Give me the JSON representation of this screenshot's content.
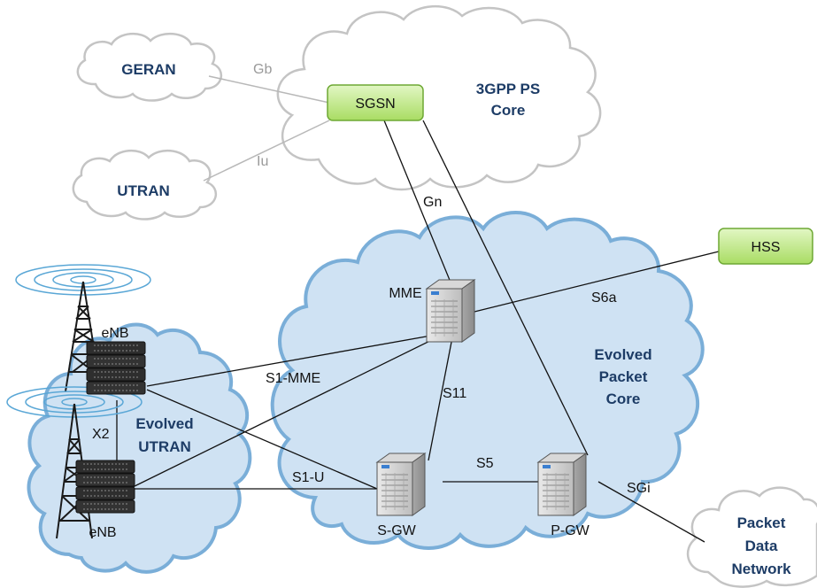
{
  "clouds": {
    "geran": "GERAN",
    "utran": "UTRAN",
    "ps_core_line1": "3GPP PS",
    "ps_core_line2": "Core",
    "epc_line1": "Evolved",
    "epc_line2": "Packet",
    "epc_line3": "Core",
    "eutran_line1": "Evolved",
    "eutran_line2": "UTRAN",
    "pdn_line1": "Packet",
    "pdn_line2": "Data",
    "pdn_line3": "Network"
  },
  "nodes": {
    "sgsn": "SGSN",
    "hss": "HSS",
    "mme": "MME",
    "sgw": "S-GW",
    "pgw": "P-GW",
    "enb_top": "eNB",
    "enb_bottom": "eNB"
  },
  "interfaces": {
    "gb": "Gb",
    "iu": "Iu",
    "gn": "Gn",
    "s6a": "S6a",
    "s1_mme": "S1-MME",
    "s11": "S11",
    "x2": "X2",
    "s1_u": "S1-U",
    "s5": "S5",
    "sgi": "SGi"
  },
  "colors": {
    "blue_cloud_fill": "#cfe2f3",
    "blue_cloud_stroke": "#7aaed8",
    "gray_cloud_fill": "#ffffff",
    "gray_cloud_stroke": "#c4c4c4",
    "node_fill": "#c6ec8f",
    "node_stroke": "#6ea834",
    "label_blue": "#1d3c66"
  }
}
